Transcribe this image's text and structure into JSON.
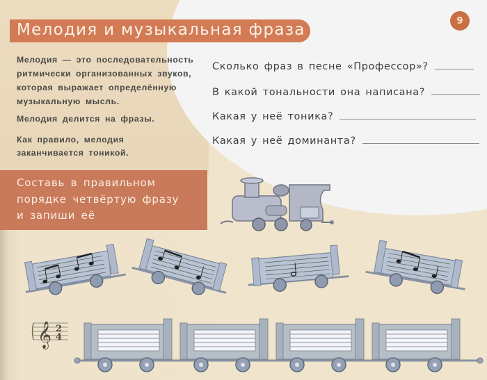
{
  "page": {
    "number": "9",
    "title": "Мелодия и музыкальная фраза",
    "colors": {
      "accent_orange": "#d27b55",
      "task_band": "#c97a5a",
      "page_number_bg": "#c96f43",
      "paper": "#efe3cc",
      "white_area": "#f5f4f5",
      "wagon_blue": "#a9b6c8"
    }
  },
  "definition": {
    "paragraphs": [
      "Мелодия — это последовательность ритмически организованных звуков, которая выражает определённую музыкальную мысль.",
      "Мелодия делится на фразы.",
      "Как правило, мелодия заканчивается тоникой."
    ],
    "lines": [
      "Мелодия — это последовательность",
      "ритмически организованных звуков,",
      "которая выражает определённую",
      "музыкальную мысль.",
      "Мелодия делится на фразы.",
      "Как правило, мелодия",
      "заканчивается тоникой."
    ]
  },
  "questions": [
    {
      "text": "Сколько фраз в песне «Профессор»?",
      "answer": ""
    },
    {
      "text": "В какой тональности она написана?",
      "answer": ""
    },
    {
      "text": "Какая у неё тоника?",
      "answer": ""
    },
    {
      "text": "Какая у неё доминанта?",
      "answer": ""
    }
  ],
  "task": {
    "lines": [
      "Составь в правильном",
      "порядке четвёртую фразу",
      "и запиши её"
    ]
  },
  "illustration": {
    "locomotive": "steam-locomotive",
    "scattered_wagons": [
      {
        "id": 1,
        "notes": "two beamed eighth-note pairs"
      },
      {
        "id": 2,
        "notes": "eighth-note pair and quarter note"
      },
      {
        "id": 3,
        "notes": "half note"
      },
      {
        "id": 4,
        "notes": "eighth-note pair and quarter note"
      }
    ],
    "staff": {
      "clef": "treble-clef",
      "time_signature_top": "2",
      "time_signature_bottom": "4"
    },
    "empty_wagons_count": 4
  }
}
